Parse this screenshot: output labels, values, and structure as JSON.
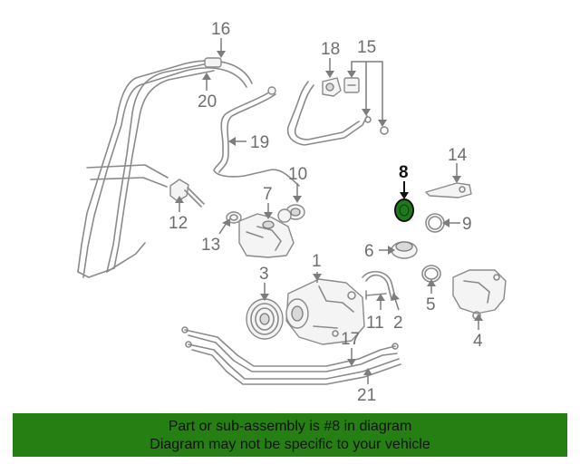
{
  "callouts": {
    "c1": "1",
    "c2": "2",
    "c3": "3",
    "c4": "4",
    "c5": "5",
    "c6": "6",
    "c7": "7",
    "c8": "8",
    "c9": "9",
    "c10": "10",
    "c11": "11",
    "c12": "12",
    "c13": "13",
    "c14": "14",
    "c15": "15",
    "c16": "16",
    "c17": "17",
    "c18": "18",
    "c19": "19",
    "c20": "20",
    "c21": "21"
  },
  "highlighted_part": "8",
  "colors": {
    "highlight_part": "#1f7a1f",
    "banner": "#267f12",
    "line": "#8a8a8a"
  },
  "footer": {
    "line1": "Part or sub-assembly is #8 in diagram",
    "line2": "Diagram may not be specific to your vehicle"
  }
}
